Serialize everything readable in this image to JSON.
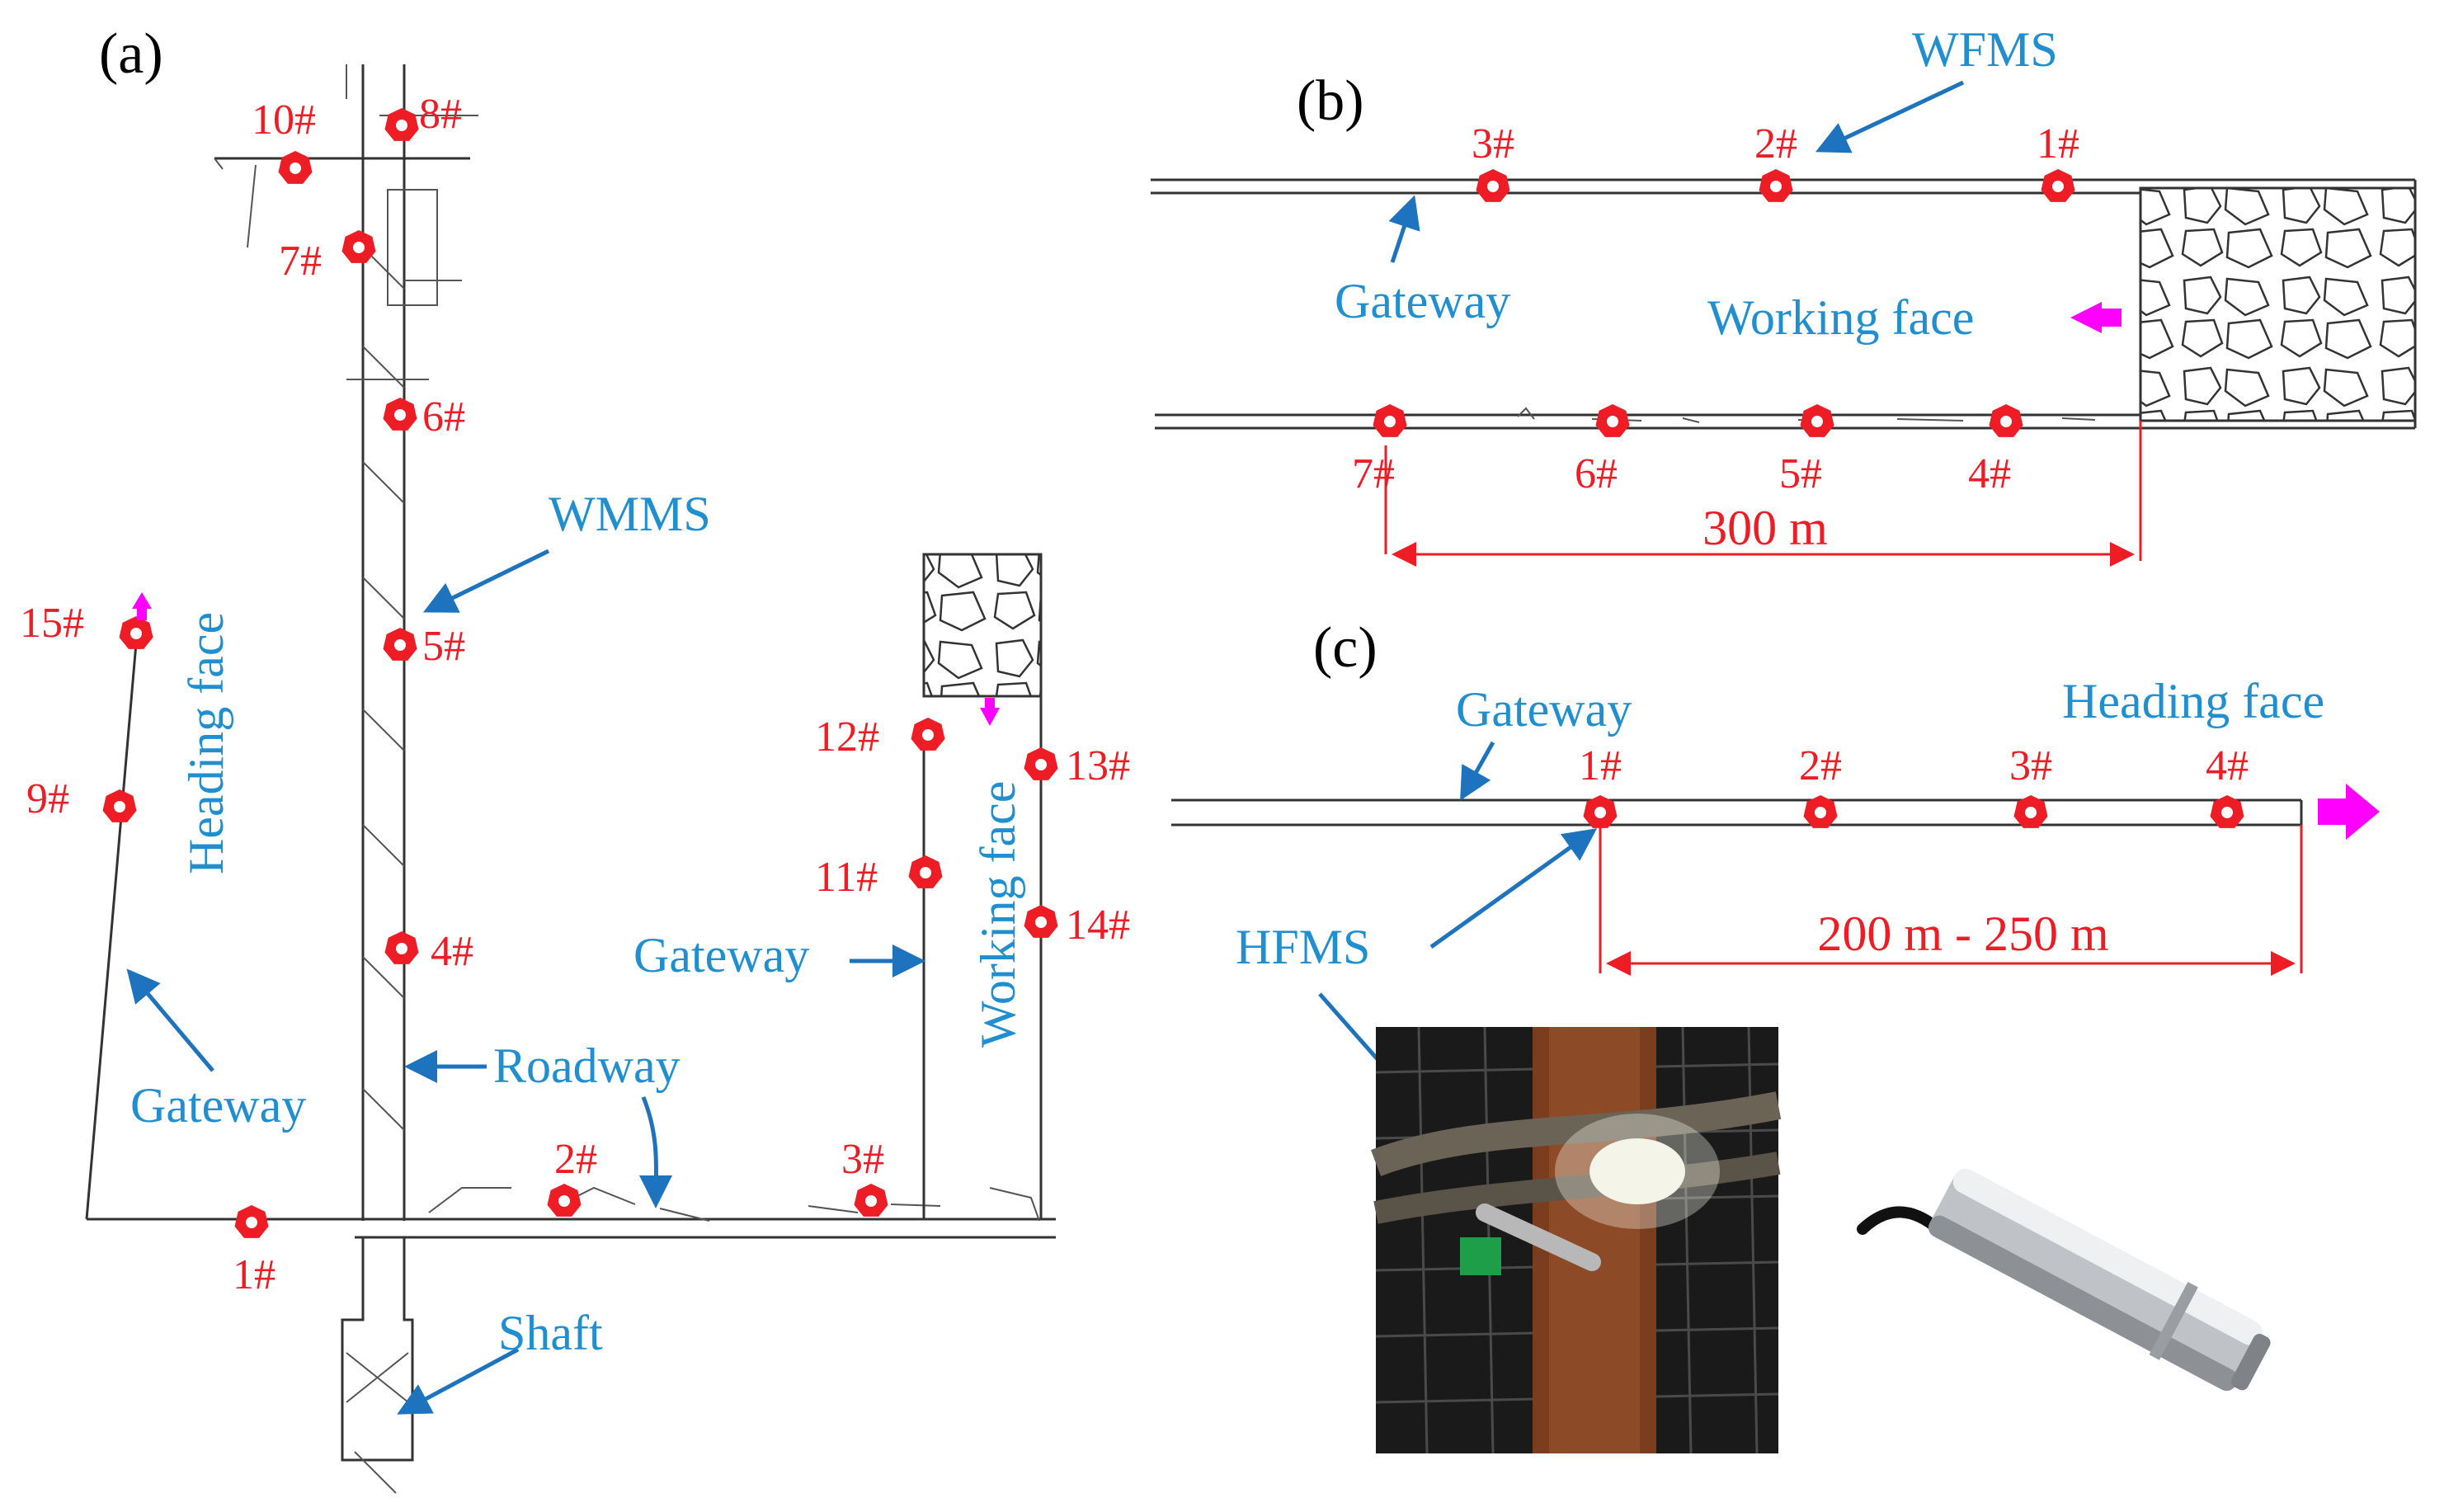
{
  "panel_a": {
    "letter": "(a)",
    "sensors": [
      "10#",
      "8#",
      "7#",
      "6#",
      "5#",
      "4#",
      "15#",
      "9#",
      "1#",
      "2#",
      "3#",
      "12#",
      "13#",
      "11#",
      "14#"
    ],
    "labels": {
      "wmms": "WMMS",
      "heading_face": "Heading face",
      "gateway_left": "Gateway",
      "roadway": "Roadway",
      "gateway_right": "Gateway",
      "working_face": "Working face",
      "shaft": "Shaft"
    }
  },
  "panel_b": {
    "letter": "(b)",
    "sensors_top": [
      "3#",
      "2#",
      "1#"
    ],
    "sensors_bottom": [
      "7#",
      "6#",
      "5#",
      "4#"
    ],
    "labels": {
      "wfms": "WFMS",
      "gateway": "Gateway",
      "working_face": "Working face"
    },
    "distance": "300 m"
  },
  "panel_c": {
    "letter": "(c)",
    "sensors": [
      "1#",
      "2#",
      "3#",
      "4#"
    ],
    "labels": {
      "gateway": "Gateway",
      "heading_face": "Heading face",
      "hfms": "HFMS"
    },
    "distance": "200 m - 250 m"
  },
  "colors": {
    "sensor": "#ee1c24",
    "label": "#1f8fd0",
    "arrow": "#1e73be",
    "direction_arrow": "#ff00ff"
  },
  "icons": {
    "sensor": "red-hexagon-icon",
    "direction": "magenta-arrow-icon"
  }
}
